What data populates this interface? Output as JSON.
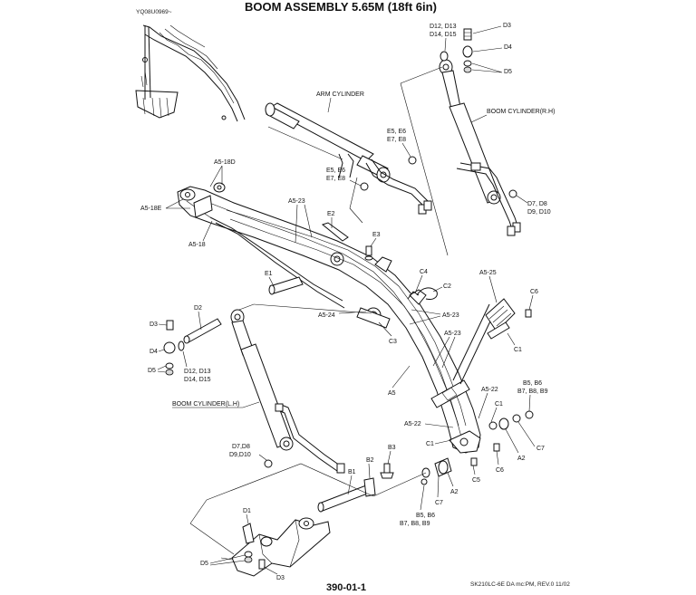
{
  "header": {
    "title": "BOOM   ASSEMBLY 5.65M (18ft 6in)",
    "image_ref": "YQ08U0969~"
  },
  "footer": {
    "page_number": "390-01-1",
    "doc_ref": "SK210LC-6E DA mc:PM, REV.0 11/02"
  },
  "callouts": {
    "arm_cylinder": "ARM CYLINDER",
    "boom_cyl_rh": "BOOM CYLINDER(R.H)",
    "boom_cyl_lh": "BOOM CYLINDER(L.H)",
    "d3_top": "D3",
    "d12_top": "D12, D13",
    "d14_top": "D14, D15",
    "d4_top": "D4",
    "d5_top": "D5",
    "e5_upper": "E5, E6",
    "e7_upper": "E7, E8",
    "e5_lower": "E5, E6",
    "e7_lower": "E7, E8",
    "d7_rh": "D7, D8",
    "d9_rh": "D9, D10",
    "a518d": "A5-18D",
    "a518e": "A5-18E",
    "a518": "A5-18",
    "a523_top": "A5-23",
    "e2": "E2",
    "e3": "E3",
    "e1": "E1",
    "c4": "C4",
    "c2": "C2",
    "a524": "A5-24",
    "a523_mid": "A5-23",
    "c3": "C3",
    "a523_low": "A5-23",
    "a5": "A5",
    "a525": "A5-25",
    "c6_top": "C6",
    "c1_top": "C1",
    "a522_r": "A5-22",
    "c1_mid": "C1",
    "a522_l": "A5-22",
    "c1_low": "C1",
    "b5_r": "B5, B6",
    "b7_r": "B7, B8, B9",
    "c7_r": "C7",
    "a2_r": "A2",
    "c6_low": "C6",
    "c5": "C5",
    "d2": "D2",
    "d3_left": "D3",
    "d4_left": "D4",
    "d5_left": "D5",
    "d12_left": "D12, D13",
    "d14_left": "D14, D15",
    "d7_lh": "D7,D8",
    "d9_lh": "D9,D10",
    "b3": "B3",
    "b2": "B2",
    "b1": "B1",
    "c7_low": "C7",
    "a2_low": "A2",
    "b5_low": "B5, B6",
    "b7_low": "B7, B8, B9",
    "d1": "D1",
    "d5_bottom": "D5",
    "d3_bottom": "D3"
  }
}
